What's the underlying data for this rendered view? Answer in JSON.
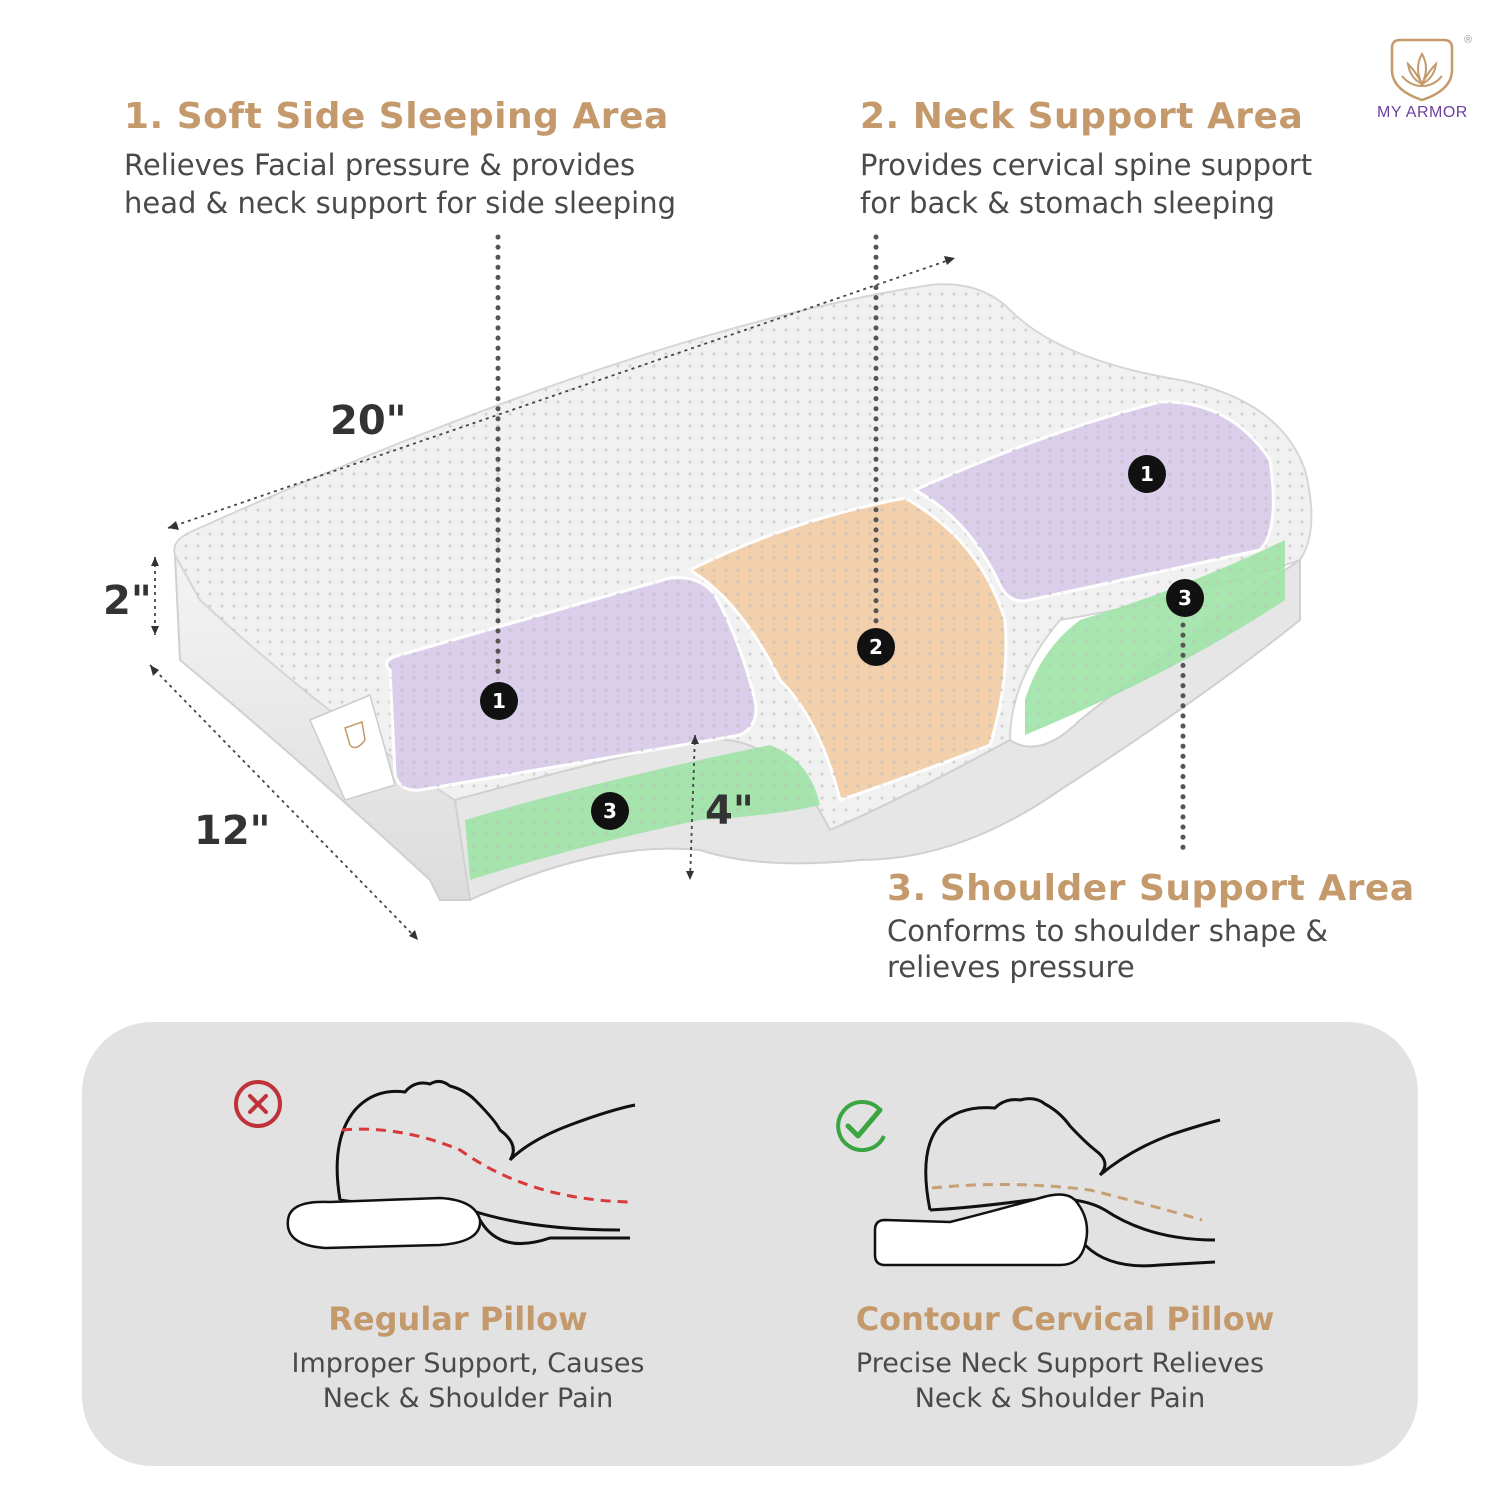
{
  "brand": {
    "name": "MY ARMOR",
    "registered": "®",
    "tag_text": "MY ARMOR"
  },
  "areas": [
    {
      "title": "1. Soft Side Sleeping Area",
      "line1": "Relieves Facial pressure & provides",
      "line2": "head & neck support for side sleeping"
    },
    {
      "title": "2. Neck Support Area",
      "line1": "Provides cervical spine support",
      "line2": "for back & stomach sleeping"
    },
    {
      "title": "3. Shoulder Support Area",
      "line1": "Conforms to shoulder shape &",
      "line2": "relieves pressure"
    }
  ],
  "dimensions": {
    "length": "20\"",
    "height": "2\"",
    "width": "12\"",
    "contour_height": "4\""
  },
  "markers": {
    "one": "1",
    "two": "2",
    "three": "3"
  },
  "comparison": {
    "regular": {
      "title": "Regular Pillow",
      "line1": "Improper Support, Causes",
      "line2": "Neck & Shoulder Pain",
      "icon": "x-circle-icon"
    },
    "contour": {
      "title": "Contour Cervical Pillow",
      "line1": "Precise Neck Support Relieves",
      "line2": "Neck & Shoulder Pain",
      "icon": "check-circle-icon"
    }
  },
  "colors": {
    "heading": "#c49a6c",
    "zone_side": "#d9cdea",
    "zone_neck": "#f3cfa9",
    "zone_shoulder": "#9fe3a6",
    "bad": "#c0323a",
    "good": "#3aa541",
    "neck_line_bad": "#d63a3a",
    "neck_line_good": "#c79f74"
  }
}
